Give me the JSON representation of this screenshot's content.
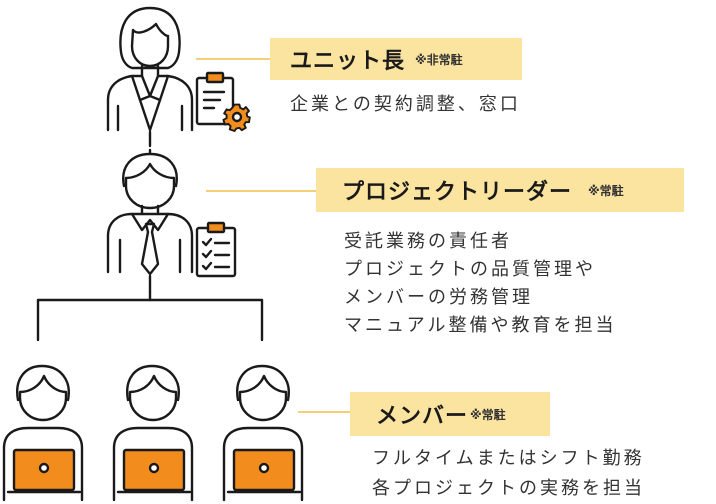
{
  "roles": [
    {
      "title": "ユニット長",
      "note": "※非常駐",
      "desc": [
        "企業との契約調整、窓口"
      ]
    },
    {
      "title": "プロジェクトリーダー",
      "note": "※常駐",
      "desc": [
        "受託業務の責任者",
        "プロジェクトの品質管理や",
        "メンバーの労務管理",
        "マニュアル整備や教育を担当"
      ]
    },
    {
      "title": "メンバー",
      "note": "※常駐",
      "desc": [
        "フルタイムまたはシフト勤務",
        "各プロジェクトの実務を担当"
      ]
    }
  ],
  "colors": {
    "highlight": "#fbe3a0",
    "connector": "#f3cf78",
    "orange": "#f28c1c",
    "line": "#1a1a1a"
  }
}
